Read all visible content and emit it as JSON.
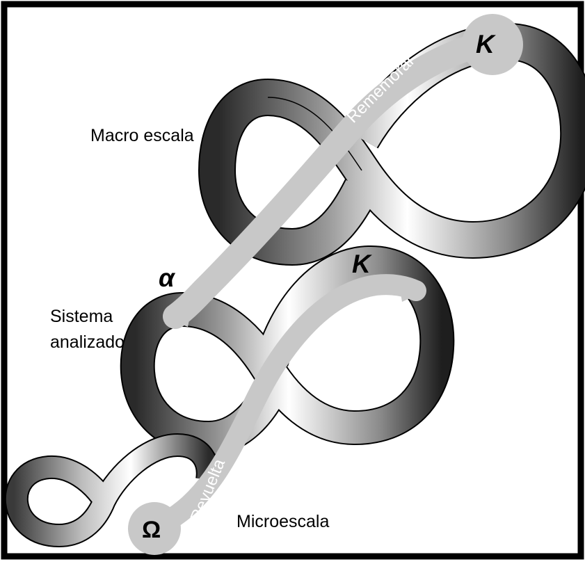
{
  "labels": {
    "macro_scale": "Macro escala",
    "analyzed_system_line1": "Sistema",
    "analyzed_system_line2": "analizado",
    "micro_scale": "Microescala"
  },
  "arrows": {
    "remember": "Rememorar",
    "revolt": "Revuelta"
  },
  "symbols": {
    "kappa_top": "K",
    "kappa_middle": "K",
    "alpha": "α",
    "omega": "Ω"
  },
  "colors": {
    "frame": "#000000",
    "band_dark": "#2a2a2a",
    "band_light": "#ffffff",
    "arrow_fill": "#c8c8c8"
  }
}
